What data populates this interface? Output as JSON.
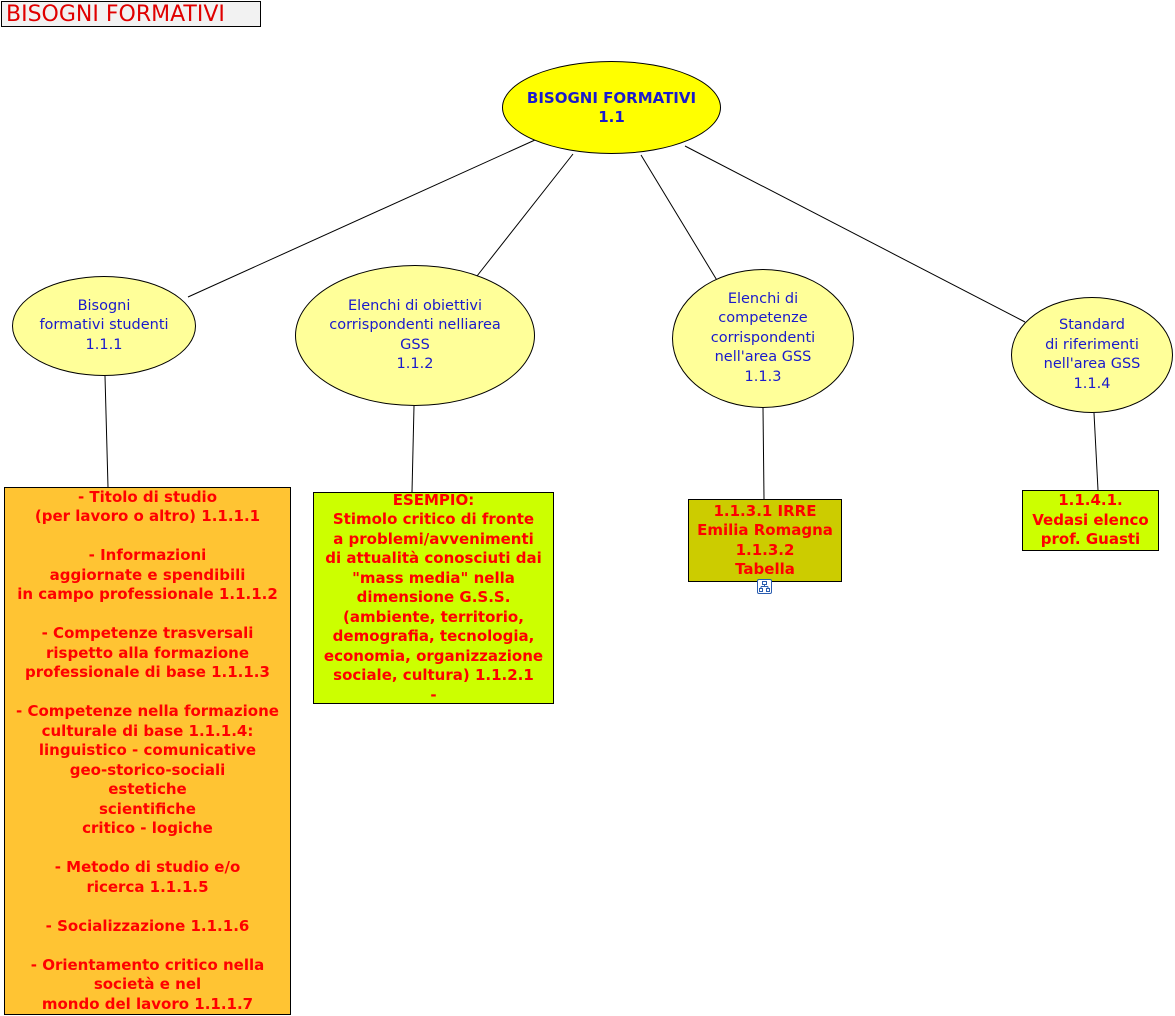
{
  "title": "BISOGNI FORMATIVI",
  "colors": {
    "title_text": "#e00000",
    "root_fill": "#ffff00",
    "concept_fill": "#ffff99",
    "concept_text": "#1a1acc",
    "detail_text": "#ff0000",
    "orange_fill": "#ffc433",
    "lime_fill": "#ccff00",
    "olive_fill": "#cccc00"
  },
  "nodes": {
    "root": "BISOGNI FORMATIVI\n1.1",
    "c1": "Bisogni\nformativi studenti\n1.1.1",
    "c2": "Elenchi di obiettivi\ncorrispondenti nelliarea\nGSS\n1.1.2",
    "c3": "Elenchi di\ncompetenze\ncorrispondenti\nnell'area GSS\n1.1.3",
    "c4": "Standard\ndi riferimenti\nnell'area GSS\n1.1.4",
    "d1": "- Titolo di studio\n(per lavoro o altro) 1.1.1.1\n\n- Informazioni\naggiornate e spendibili\nin campo professionale 1.1.1.2\n\n- Competenze trasversali\nrispetto alla formazione\nprofessionale di base 1.1.1.3\n\n- Competenze nella formazione\nculturale di base 1.1.1.4:\nlinguistico - comunicative\ngeo-storico-sociali\nestetiche\nscientifiche\ncritico - logiche\n\n- Metodo di studio e/o\nricerca 1.1.1.5\n\n- Socializzazione 1.1.1.6\n\n- Orientamento critico nella\nsocietà e nel\nmondo del lavoro 1.1.1.7",
    "d2": "ESEMPIO:\nStimolo critico di  fronte\na problemi/avvenimenti\ndi attualità conosciuti dai\n\"mass media\" nella\ndimensione G.S.S.\n(ambiente, territorio,\ndemografia, tecnologia,\neconomia, organizzazione\nsociale, cultura) 1.1.2.1\n-",
    "d3": "1.1.3.1 IRRE\nEmilia Romagna\n1.1.3.2\nTabella",
    "d4": "1.1.4.1.\nVedasi elenco\nprof. Guasti"
  },
  "icons": {
    "resource": "concept-map-link-icon"
  }
}
